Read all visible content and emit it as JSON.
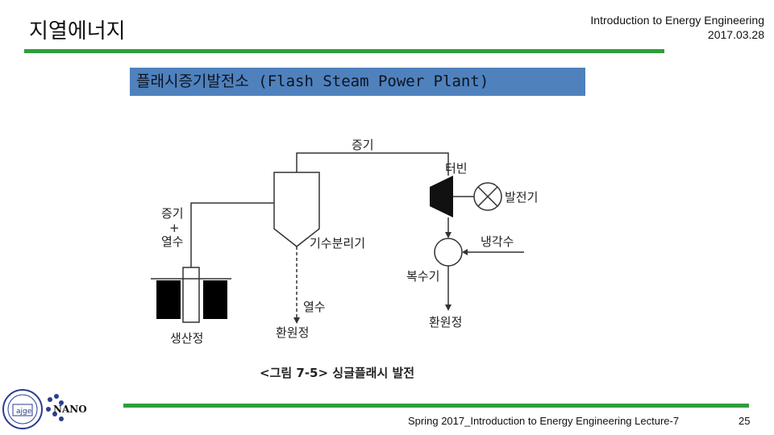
{
  "slide": {
    "title": "지열에너지",
    "course": "Introduction to Energy Engineering",
    "date": "2017.03.28",
    "section": "플래시증기발전소 (Flash Steam Power Plant)"
  },
  "diagram": {
    "labels": {
      "steam_top": "증기",
      "turbine": "터빈",
      "generator": "발전기",
      "steam": "증기",
      "plus": "+",
      "hot_water": "열수",
      "separator": "기수분리기",
      "cooling_water": "냉각수",
      "condenser": "복수기",
      "hot_water_out": "열수",
      "reinjection_well_left": "환원정",
      "reinjection_well_right": "환원정",
      "production_well": "생산정"
    },
    "caption": "<그림 7-5> 싱글플래시 발전"
  },
  "footer": {
    "text": "Spring 2017_Introduction to Energy Engineering Lecture-7",
    "page": "25"
  },
  "logos": {
    "left_seal_text": "ajge",
    "nano_text": "NANO"
  },
  "colors": {
    "rule_green": "#2e9e3b",
    "banner_blue": "#4f81bd"
  }
}
